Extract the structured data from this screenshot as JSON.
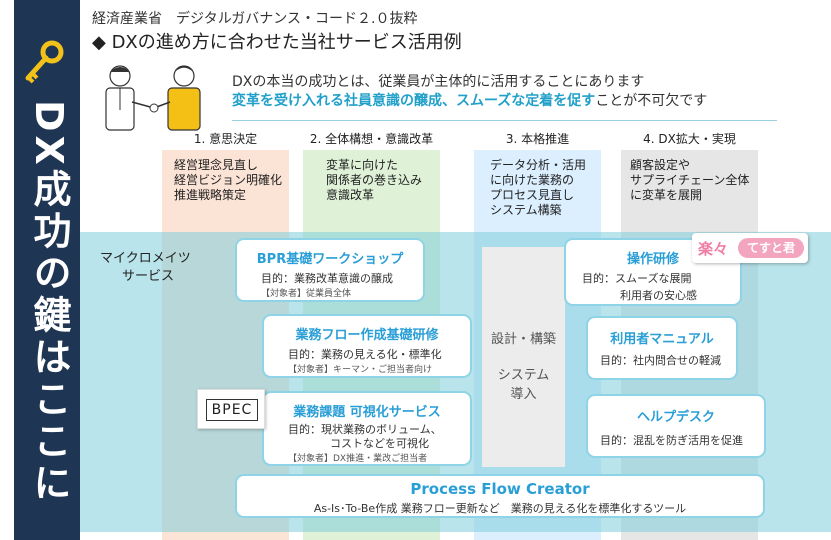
{
  "sidebar": {
    "title": "DX成功の鍵はここに",
    "icon": "key-icon"
  },
  "header": {
    "subtitle": "経済産業省　デジタルガバナンス・コード２.０抜粋",
    "title": "◆ DXの進め方に合わせた当社サービス活用例"
  },
  "intro": {
    "line1": "DXの本当の成功とは、従業員が主体的に活用することにあります",
    "line2_highlight": "変革を受け入れる社員意識の醸成、スムーズな定着を促す",
    "line2_rest": "ことが不可欠です"
  },
  "phases": [
    {
      "label": "1. 意思決定",
      "lines": [
        "経営理念見直し",
        "経営ビジョン明確化",
        "推進戦略策定"
      ],
      "color": "#fbe3d6"
    },
    {
      "label": "2. 全体構想・意識改革",
      "lines": [
        "変革に向けた",
        "関係者の巻き込み",
        "意識改革"
      ],
      "color": "#dff2d8"
    },
    {
      "label": "3. 本格推進",
      "lines": [
        "データ分析・活用",
        "に向けた業務の",
        "プロセス見直し",
        "システム構築"
      ],
      "color": "#dcefff"
    },
    {
      "label": "4. DX拡大・実現",
      "lines": [
        "顧客設定や",
        "サプライチェーン全体",
        "に変革を展開"
      ],
      "color": "#e6e6e6"
    }
  ],
  "services_label": [
    "マイクロメイツ",
    "サービス"
  ],
  "cards": {
    "bpr": {
      "title": "BPR基礎ワークショップ",
      "line1": "目的：業務改革意識の醸成",
      "sub": "【対象者】従業員全体"
    },
    "flow": {
      "title": "業務フロー作成基礎研修",
      "line1": "目的：業務の見える化・標準化",
      "sub": "【対象者】キーマン・ご担当者向け"
    },
    "kadai": {
      "title": "業務課題 可視化サービス",
      "line1": "目的：現状業務のボリューム、",
      "line2": "コストなどを可視化",
      "sub": "【対象者】DX推進・業改ご担当者"
    },
    "sousa": {
      "title": "操作研修",
      "line1": "目的：スムーズな展開",
      "line2": "利用者の安心感"
    },
    "manual": {
      "title": "利用者マニュアル",
      "line1": "目的：社内問合せの軽減"
    },
    "help": {
      "title": "ヘルプデスク",
      "line1": "目的：混乱を防ぎ活用を促進"
    },
    "pfc": {
      "title": "Process Flow Creator",
      "line1": "As-Is･To-Be作成 業務フロー更新など　業務の見える化を標準化するツール"
    }
  },
  "gray": {
    "line1": "設計・構築",
    "line2": "システム",
    "line3": "導入"
  },
  "logos": {
    "bpec": "BPEC",
    "raku_a": "楽々",
    "raku_b": "てすと君"
  },
  "colors": {
    "navy": "#1e3553",
    "accent": "#2a9ed6",
    "band": "#7fcdda",
    "pink": "#f07fa6"
  }
}
